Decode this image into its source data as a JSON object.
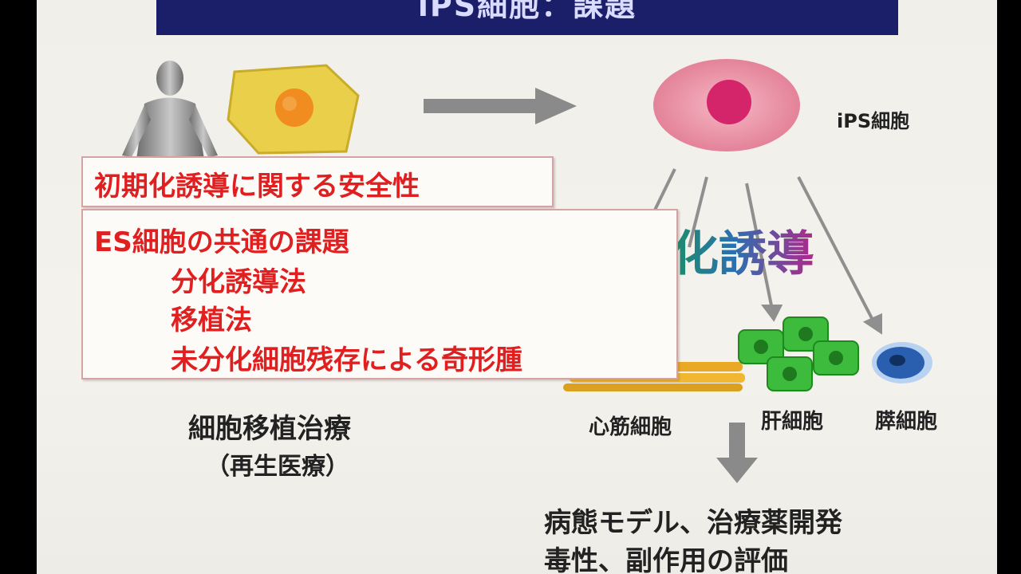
{
  "slide": {
    "title": "iPS細胞：課題",
    "ips_cell_label": "iPS細胞",
    "differentiation_text": "化誘導",
    "cell_types": {
      "cardiomyocyte": "心筋細胞",
      "hepatocyte": "肝細胞",
      "pancreatic": "膵細胞"
    },
    "therapy": {
      "line1": "細胞移植治療",
      "line2": "（再生医療）"
    },
    "applications": {
      "line1": "病態モデル、治療薬開発",
      "line2": "毒性、副作用の評価"
    },
    "safety_box": {
      "text": "初期化誘導に関する安全性"
    },
    "es_box": {
      "heading": "ES細胞の共通の課題",
      "items": [
        "分化誘導法",
        "移植法",
        "未分化細胞残存による奇形腫"
      ]
    }
  },
  "colors": {
    "title_bg": "#1b1f6a",
    "warning_text": "#e02020",
    "ips_cell": "#e87a90",
    "somatic_cell": "#e9cf4a",
    "hepatocyte": "#3dbb3d",
    "pancreatic": "#2a5fb0"
  }
}
